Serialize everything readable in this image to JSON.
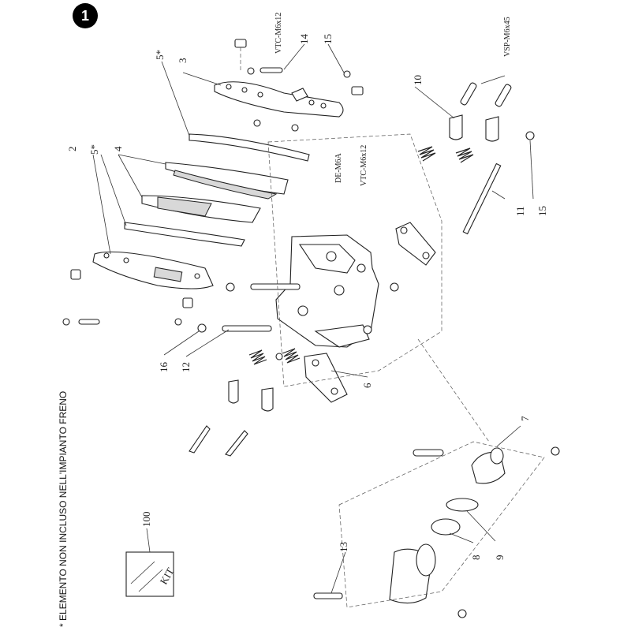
{
  "badge": "1",
  "footnote": "* ELEMENTO NON INCLUSO NELL'IMPIANTO FRENO",
  "kit": {
    "label": "KIT",
    "number": "100"
  },
  "callouts": {
    "c2": "2",
    "c3": "3",
    "c4": "4",
    "c5a": "5*",
    "c5b": "5*",
    "c6": "6",
    "c7": "7",
    "c8": "8",
    "c9": "9",
    "c10": "10",
    "c11": "11",
    "c12": "12",
    "c13": "13",
    "c14": "14",
    "c15a": "15",
    "c15b": "15",
    "c16": "16"
  },
  "codes": {
    "vtc_top": "VTC-M6x12",
    "vtc_mid": "VTC-M6x12",
    "vsp": "VSP-M6x45",
    "de": "DE-M6A"
  }
}
